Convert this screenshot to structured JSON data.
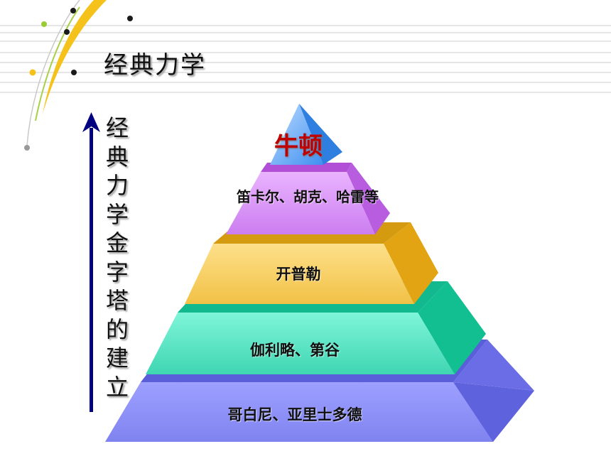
{
  "slide": {
    "title": "经典力学",
    "vertical_label": "经典力学金字塔的建立"
  },
  "pyramid": {
    "levels": [
      {
        "label": "哥白尼、亚里士多德",
        "color": "#8a8cf5"
      },
      {
        "label": "伽利略、第谷",
        "color": "#46e0bd"
      },
      {
        "label": "开普勒",
        "color": "#f7cc52"
      },
      {
        "label": "笛卡尔、胡克、哈雷等",
        "color": "#d58af2"
      },
      {
        "label": "牛顿",
        "color": "#6aa8f0"
      }
    ],
    "label_color_top": "#c00000"
  },
  "decor": {
    "arrow_color": "#000080",
    "line_color": "#d8d8d8",
    "swoosh_color": "#f4c21a",
    "accent_green": "#99cc33"
  }
}
